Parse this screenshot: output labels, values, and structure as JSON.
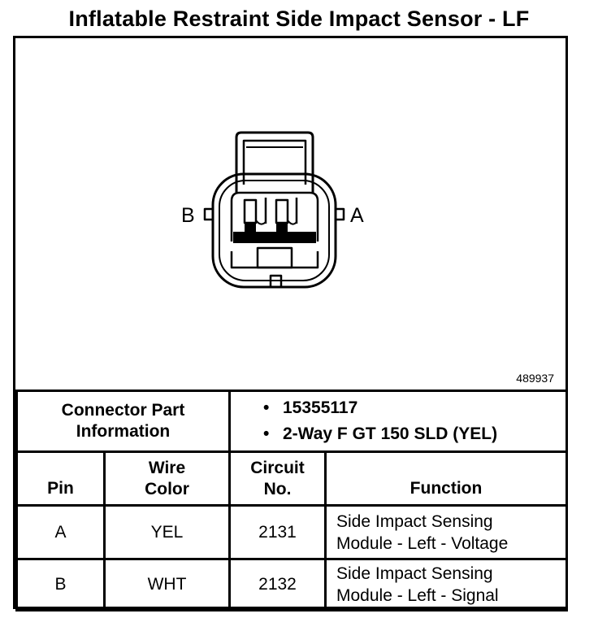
{
  "title": "Inflatable Restraint Side Impact Sensor - LF",
  "diagram": {
    "pin_left_label": "B",
    "pin_right_label": "A",
    "figure_id": "489937"
  },
  "connector_info": {
    "label_line1": "Connector Part",
    "label_line2": "Information",
    "items": [
      "15355117",
      "2-Way F GT 150 SLD (YEL)"
    ],
    "bullet": "•"
  },
  "table": {
    "headers": {
      "pin": "Pin",
      "wire_color_line1": "Wire",
      "wire_color_line2": "Color",
      "circuit_line1": "Circuit",
      "circuit_line2": "No.",
      "function": "Function"
    },
    "rows": [
      {
        "pin": "A",
        "wire_color": "YEL",
        "circuit": "2131",
        "function_line1": "Side Impact Sensing",
        "function_line2": "Module - Left - Voltage"
      },
      {
        "pin": "B",
        "wire_color": "WHT",
        "circuit": "2132",
        "function_line1": "Side Impact Sensing",
        "function_line2": "Module - Left - Signal"
      }
    ]
  }
}
